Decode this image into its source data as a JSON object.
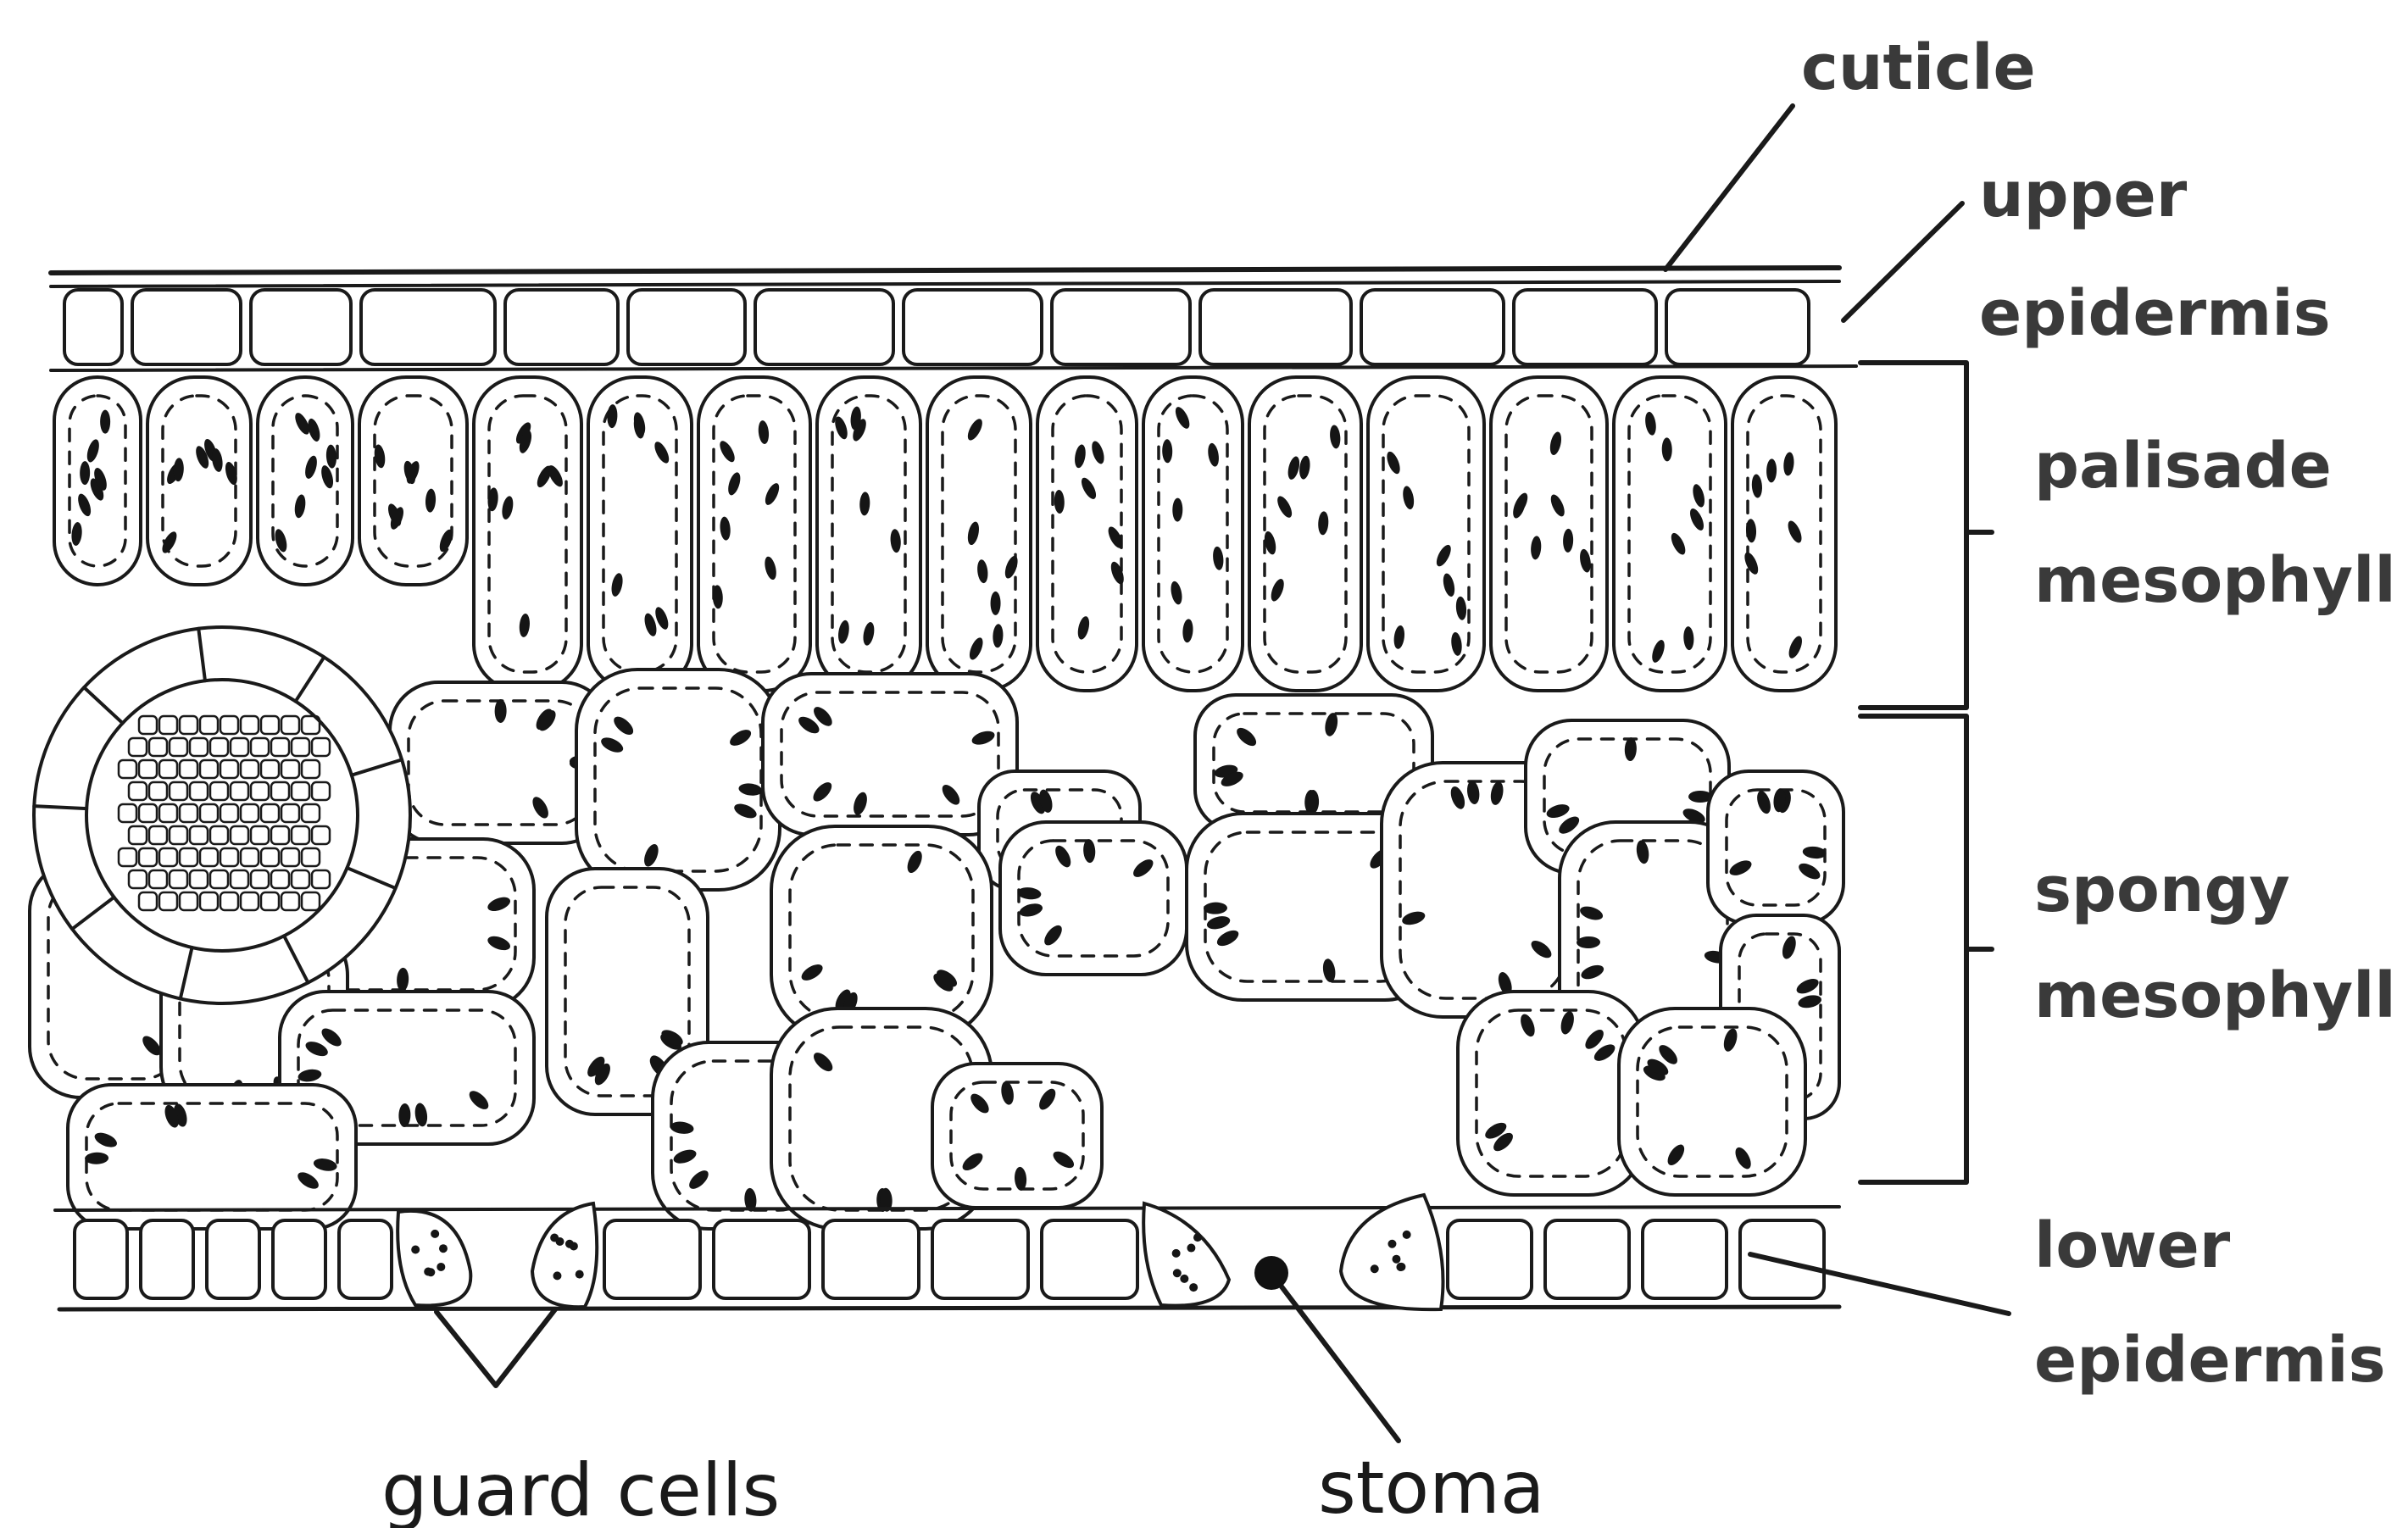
{
  "diagram": {
    "labels": {
      "cuticle": "cuticle",
      "upper_epidermis_1": "upper",
      "upper_epidermis_2": "epidermis",
      "palisade_1": "palisade",
      "palisade_2": "mesophyll",
      "spongy_1": "spongy",
      "spongy_2": "mesophyll",
      "lower_epidermis_1": "lower",
      "lower_epidermis_2": "epidermis",
      "guard_cells": "guard cells",
      "stoma": "stoma"
    },
    "colors": {
      "ink": "#1a1a1a",
      "label": "#3a3a3a",
      "background": "#ffffff"
    }
  }
}
